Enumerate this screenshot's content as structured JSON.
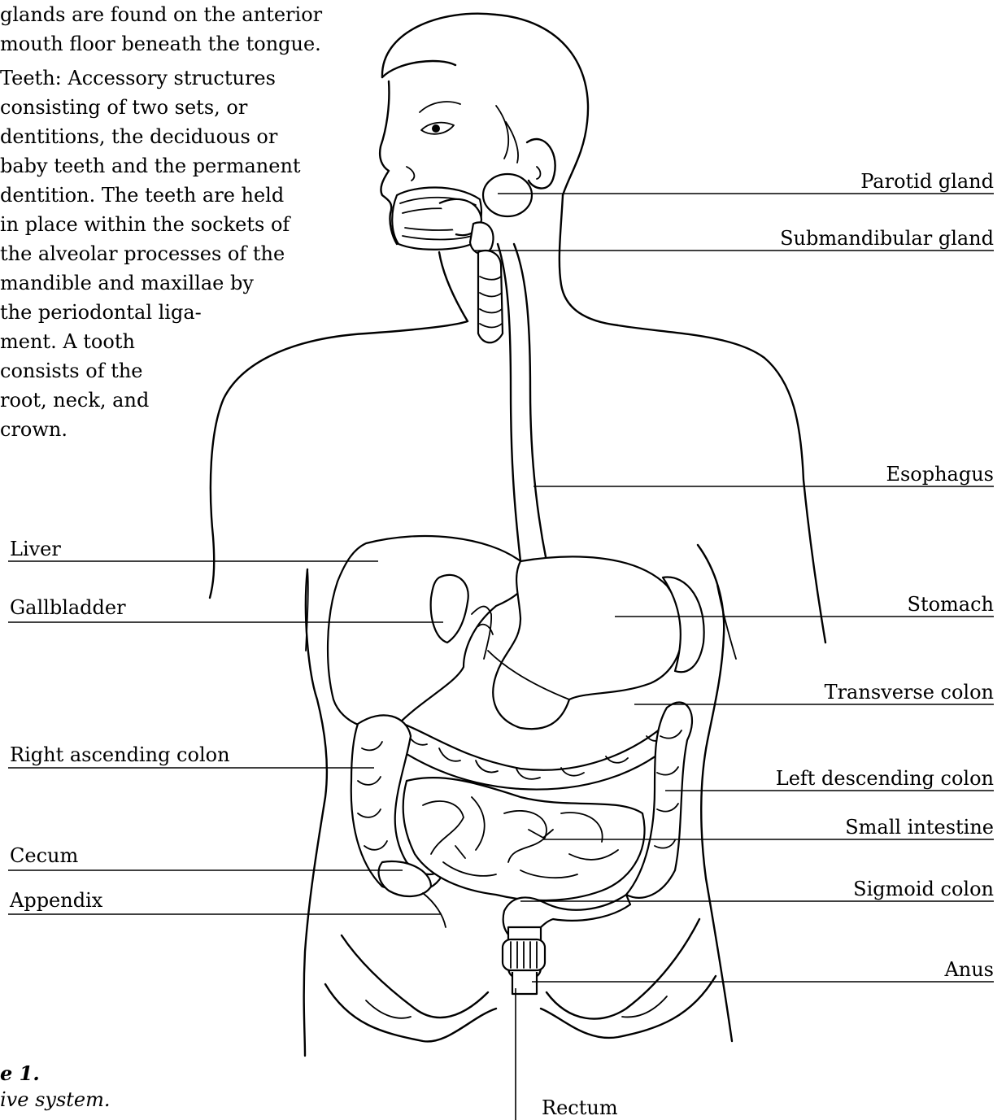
{
  "intro_text": {
    "lines": [
      "glands are found on the anterior",
      "mouth floor beneath the tongue."
    ]
  },
  "teeth_text": {
    "lines": [
      "Teeth: Accessory structures",
      "consisting of two sets, or",
      "dentitions, the deciduous or",
      "baby teeth and the permanent",
      "dentition. The teeth are held",
      "in place within the sockets of",
      "the alveolar processes of the",
      "mandible and maxillae by",
      "the periodontal liga-",
      "ment. A tooth",
      "consists of the",
      "root, neck, and",
      "crown."
    ]
  },
  "caption": {
    "number": "e 1.",
    "title": "ive system."
  },
  "labels": {
    "parotid": "Parotid gland",
    "submandibular": "Submandibular gland",
    "esophagus": "Esophagus",
    "stomach": "Stomach",
    "transverse_colon": "Transverse colon",
    "left_descending_colon": "Left descending colon",
    "small_intestine": "Small intestine",
    "sigmoid_colon": "Sigmoid colon",
    "anus": "Anus",
    "rectum": "Rectum",
    "liver": "Liver",
    "gallbladder": "Gallbladder",
    "right_ascending_colon": "Right ascending colon",
    "cecum": "Cecum",
    "appendix": "Appendix"
  }
}
